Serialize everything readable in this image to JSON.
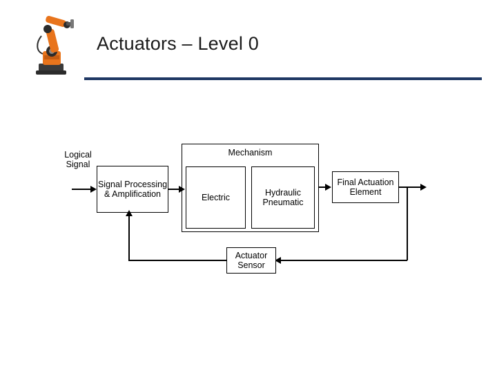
{
  "slide": {
    "title": "Actuators – Level 0",
    "rule_color": "#1f3864"
  },
  "logo": {
    "name": "industrial-robot-arm-image",
    "colors": {
      "body": "#e8741c",
      "dark": "#2b2b2b",
      "base": "#3a3a3a"
    }
  },
  "diagram": {
    "labels": {
      "logical_signal": "Logical\nSignal",
      "mechanism": "Mechanism"
    },
    "boxes": [
      {
        "id": "signal-processing",
        "text": "Signal Processing\n& Amplification"
      },
      {
        "id": "electric",
        "text": "Electric"
      },
      {
        "id": "hydraulic-pneumatic",
        "text": "Hydraulic\nPneumatic"
      },
      {
        "id": "final-actuation-element",
        "text": "Final Actuation\nElement"
      },
      {
        "id": "actuator-sensor",
        "text": "Actuator\nSensor"
      }
    ]
  }
}
